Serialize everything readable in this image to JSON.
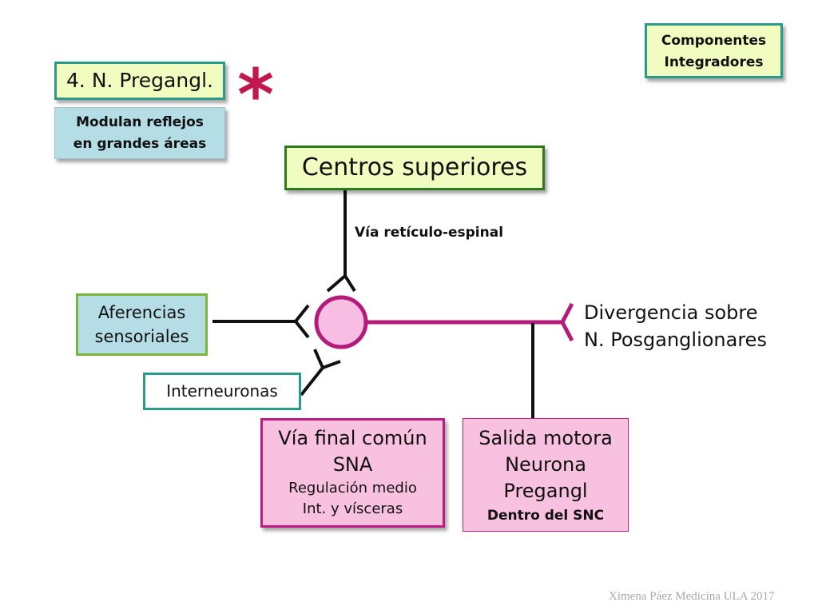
{
  "componentes": {
    "line1": "Componentes",
    "line2": "Integradores"
  },
  "pregangl": {
    "label": "4. N. Pregangl."
  },
  "star": {
    "glyph": "*",
    "color": "#c0184f"
  },
  "modulan": {
    "line1": "Modulan reflejos",
    "line2": "en grandes áreas"
  },
  "centros": {
    "label": "Centros superiores"
  },
  "via_reticulo": {
    "label": "Vía retículo-espinal"
  },
  "aferencias": {
    "line1": "Aferencias",
    "line2": "sensoriales"
  },
  "interneuronas": {
    "label": "Interneuronas"
  },
  "divergencia": {
    "line1": "Divergencia sobre",
    "line2": "N. Posganglionares"
  },
  "via_final": {
    "line1": "Vía final común",
    "line2": "SNA",
    "line3": "Regulación medio",
    "line4": "Int. y vísceras"
  },
  "salida": {
    "line1": "Salida motora",
    "line2": "Neurona",
    "line3": "Pregangl",
    "line4": "Dentro del SNC"
  },
  "footer": {
    "text": "Ximena Páez Medicina ULA 2017"
  },
  "colors": {
    "neuron_fill": "#f7bde3",
    "neuron_stroke": "#b41c7c",
    "axon": "#b41c7c",
    "line": "#111111",
    "box_yellow": "#f1fcc0",
    "box_blue": "#b4dde6",
    "box_pink": "#f9c1e0",
    "teal_border": "#2a9a8b"
  }
}
